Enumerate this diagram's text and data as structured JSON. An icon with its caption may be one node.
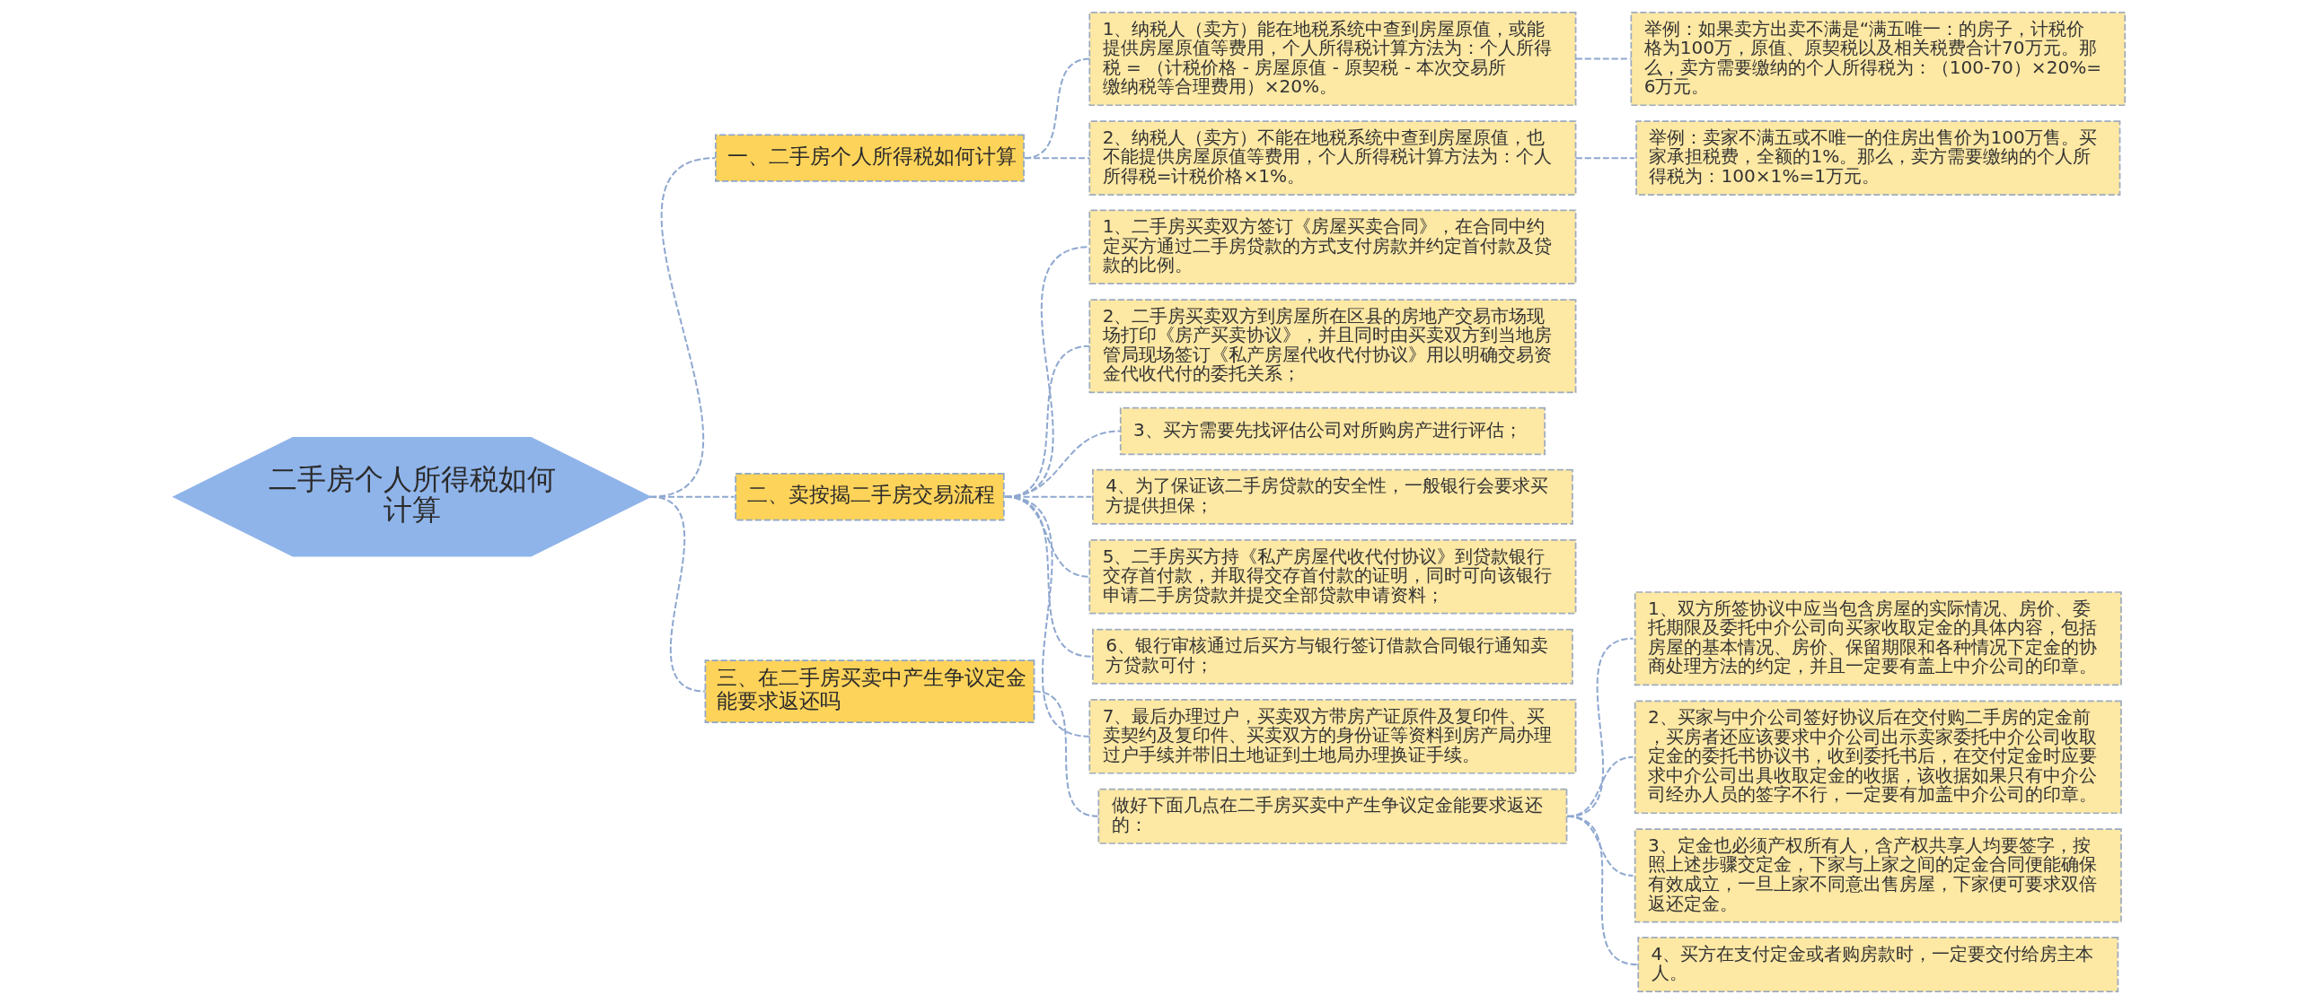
{
  "diagram": {
    "nodes": [
      {
        "text": [
          "二手房个人所得税如何计算"
        ]
      },
      {
        "text": [
          "一、二手房个人所得税如何计算"
        ]
      },
      {
        "text": [
          "1、纳税人（卖方）能在地税系统中查到房屋原值，或能提供房屋原值等费用，个人所得税计算方法为：个人所得税 = （计税价格 - 房屋原值 - 原契税 - 本次交易所缴纳税等合理费用）×20%。"
        ]
      },
      {
        "text": [
          "举例：如果卖方出卖不满是“满五唯一：的房子，计税价格为100万，原值、原契税以及相关税费合计70万元。那么，卖方需要缴纳的个人所得税为：（100-70）×20%=6万元。"
        ]
      },
      {
        "text": [
          "2、纳税人（卖方）不能在地税系统中查到房屋原值，也不能提供房屋原值等费用，个人所得税计算方法为：个人所得税=计税价格×1%。"
        ]
      },
      {
        "text": [
          "举例：卖家不满五或不唯一的住房出售价为100万售。买家承担税费，全额的1%。那么，卖方需要缴纳的个人所得税为：100×1%=1万元。"
        ]
      },
      {
        "text": [
          "二、卖按揭二手房交易流程"
        ]
      },
      {
        "text": [
          "1、二手房买卖双方签订《房屋买卖合同》，在合同中约定买方通过二手房贷款的方式支付房款并约定首付款及贷款的比例。"
        ]
      },
      {
        "text": [
          "2、二手房买卖双方到房屋所在区县的房地产交易市场现场打印《房产买卖协议》，并且同时由买卖双方到当地房管局现场签订《私产房屋代收代付协议》用以明确交易资金代收代付的委托关系；"
        ]
      },
      {
        "text": [
          "3、买方需要先找评估公司对所购房产进行评估；"
        ]
      },
      {
        "text": [
          "4、为了保证该二手房贷款的安全性，一般银行会要求买方提供担保；"
        ]
      },
      {
        "text": [
          "5、二手房买方持《私产房屋代收代付协议》到贷款银行交存首付款，并取得交存首付款的证明，同时可向该银行申请二手房贷款并提交全部贷款申请资料；"
        ]
      },
      {
        "text": [
          "6、银行审核通过后买方与银行签订借款合同银行通知卖方贷款可付；"
        ]
      },
      {
        "text": [
          "7、最后办理过户，买卖双方带房产证原件及复印件、买卖契约及复印件、买卖双方的身份证等资料到房产局办理过户手续并带旧土地证到土地局办理换证手续。"
        ]
      },
      {
        "text": [
          "三、在二手房买卖中产生争议定金能要求返还吗"
        ]
      },
      {
        "text": [
          "做好下面几点在二手房买卖中产生争议定金能要求返还的："
        ]
      },
      {
        "text": [
          "1、双方所签协议中应当包含房屋的实际情况、房价、委托期限及委托中介公司向买家收取定金的具体内容，包括房屋的基本情况、房价、保留期限和各种情况下定金的协商处理方法的约定，并且一定要有盖上中介公司的印章。"
        ]
      },
      {
        "text": [
          "2、买家与中介公司签好协议后在交付购二手房的定金前，买房者还应该要求中介公司出示卖家委托中介公司收取定金的委托书协议书，收到委托书后，在交付定金时应要求中介公司出具收取定金的收据，该收据如果只有中介公司经办人员的签字不行，一定要有加盖中介公司的印章。"
        ]
      },
      {
        "text": [
          "3、定金也必须产权所有人，含产权共享人均要签字，按照上述步骤交定金，下家与上家之间的定金合同便能确保有效成立，一旦上家不同意出售房屋，下家便可要求双倍返还定金。"
        ]
      },
      {
        "text": [
          "4、买方在支付定金或者购房款时，一定要交付给房主本人。"
        ]
      }
    ],
    "edges": [
      {
        "from": 0,
        "to": 1,
        "arrow": "none",
        "style": "dashed"
      },
      {
        "from": 1,
        "to": 2,
        "arrow": "none",
        "style": "dashed"
      },
      {
        "from": 2,
        "to": 3,
        "arrow": "none",
        "style": "dashed"
      },
      {
        "from": 1,
        "to": 4,
        "arrow": "none",
        "style": "dashed"
      },
      {
        "from": 4,
        "to": 5,
        "arrow": "none",
        "style": "dashed"
      },
      {
        "from": 0,
        "to": 6,
        "arrow": "none",
        "style": "dashed"
      },
      {
        "from": 6,
        "to": 7,
        "arrow": "none",
        "style": "dashed"
      },
      {
        "from": 6,
        "to": 8,
        "arrow": "none",
        "style": "dashed"
      },
      {
        "from": 6,
        "to": 9,
        "arrow": "none",
        "style": "dashed"
      },
      {
        "from": 6,
        "to": 10,
        "arrow": "none",
        "style": "dashed"
      },
      {
        "from": 6,
        "to": 11,
        "arrow": "none",
        "style": "dashed"
      },
      {
        "from": 6,
        "to": 12,
        "arrow": "none",
        "style": "dashed"
      },
      {
        "from": 6,
        "to": 13,
        "arrow": "none",
        "style": "dashed"
      },
      {
        "from": 0,
        "to": 14,
        "arrow": "none",
        "style": "dashed"
      },
      {
        "from": 14,
        "to": 15,
        "arrow": "none",
        "style": "dashed"
      },
      {
        "from": 15,
        "to": 16,
        "arrow": "none",
        "style": "dashed"
      },
      {
        "from": 15,
        "to": 17,
        "arrow": "none",
        "style": "dashed"
      },
      {
        "from": 15,
        "to": 18,
        "arrow": "none",
        "style": "dashed"
      },
      {
        "from": 15,
        "to": 19,
        "arrow": "none",
        "style": "dashed"
      }
    ]
  }
}
